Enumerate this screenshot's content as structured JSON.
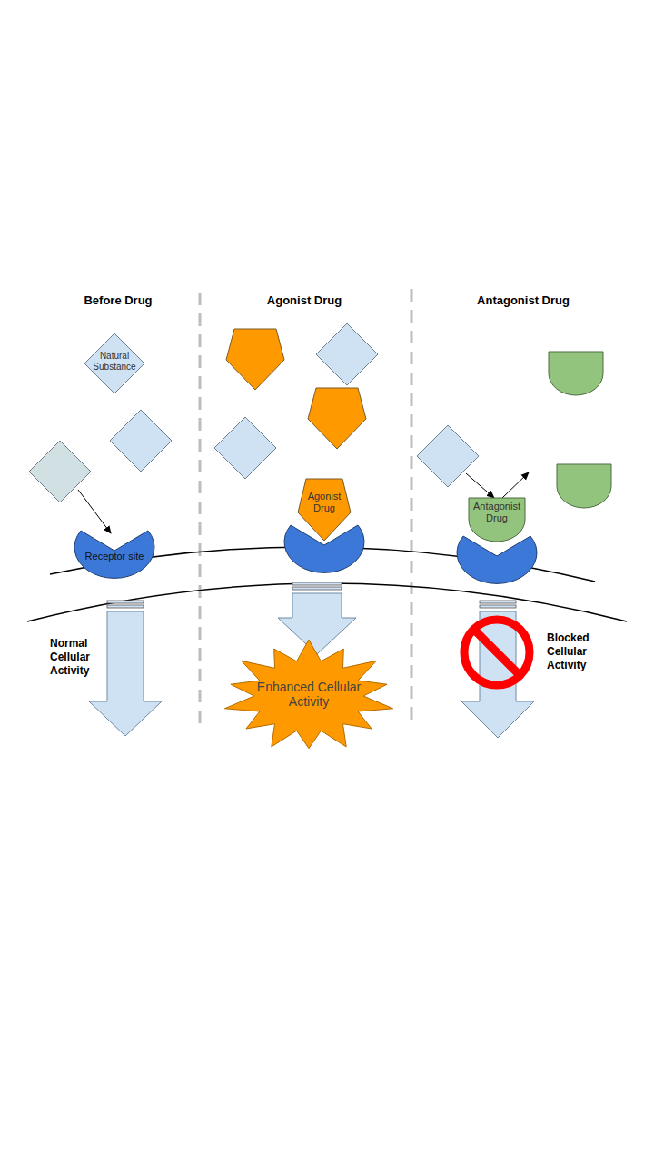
{
  "diagram": {
    "nodes": [
      {
        "text": [
          "Natural Substance"
        ]
      },
      {
        "text": [
          "Receptor site"
        ]
      },
      {
        "text": [
          "Agonist Drug"
        ]
      },
      {
        "text": [
          "Enhanced Cellular Activity"
        ]
      },
      {
        "text": [
          "Antagonist Drug"
        ]
      }
    ],
    "labels": [
      "Before Drug",
      "Agonist Drug",
      "Antagonist Drug",
      "Normal Cellular Activity",
      "Blocked Cellular Activity"
    ]
  }
}
